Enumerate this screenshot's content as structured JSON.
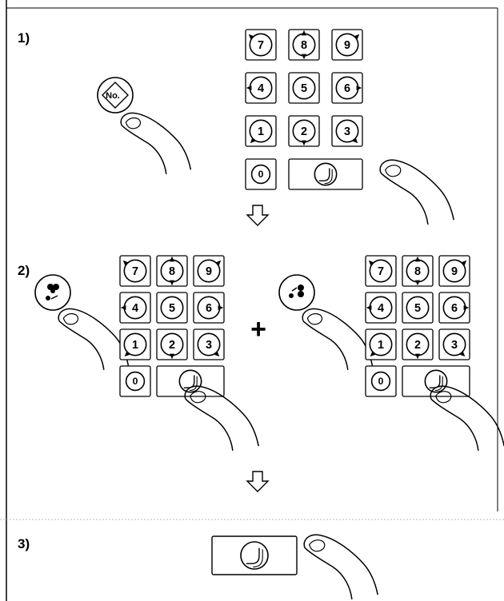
{
  "steps": [
    "1)",
    "2)",
    "3)"
  ],
  "no_button_label": "No.",
  "keypad_keys": [
    "7",
    "8",
    "9",
    "4",
    "5",
    "6",
    "1",
    "2",
    "3",
    "0"
  ],
  "plus_sign": "+",
  "icons": {
    "step_marker": "down-arrow-icon",
    "memo": "rotate-icon",
    "finger": "finger-pointer-icon",
    "pattern_a": "flower-rotate-icon",
    "pattern_b": "flower-mirror-icon"
  }
}
